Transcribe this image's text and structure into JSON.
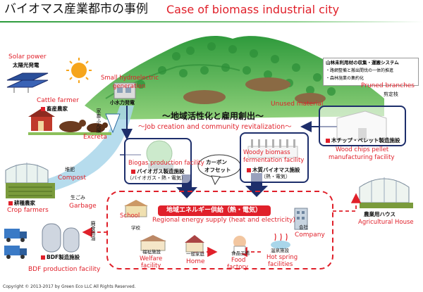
{
  "title": {
    "jp": "バイオマス産業都市の事例",
    "en": "Case of biomass industrial  city"
  },
  "labels": {
    "solar_en": "Solar power",
    "solar_jp": "太陽光発電",
    "hydro_en_1": "Small hydroelectric",
    "hydro_en_2": "generation",
    "hydro_jp": "小水力発電",
    "cattle_en": "Cattle farmer",
    "cattle_jp": "畜産農家",
    "manure_jp": "家畜ふん尿",
    "excreta_en": "Excreta",
    "forest_title": "山林未利用材の収集・運搬システム",
    "forest_line1": "・路網整備と搬出間伐の一体的推進",
    "forest_line2": "・森林施業の集約化",
    "pruned_en": "Pruned branches",
    "pruned_jp": "剪定枝",
    "unused_en": "Unused material",
    "revital_jp": "～地域活性化と雇用創出～",
    "revital_en": "～Job creation  and community revitalization～",
    "chip_jp": "木チップ・ペレット製造施設",
    "chip_en_1": "Wood chips pellet",
    "chip_en_2": "manufacturing facility",
    "biogas_en": "Biogas production facility",
    "biogas_jp": "バイオガス製造施設",
    "biogas_sub": "（バイオガス・熱・電気）",
    "woody_en_1": "Woody biomass",
    "woody_en_2": "fermentation facility",
    "woody_jp": "木質バイオマス施設",
    "woody_sub": "（熱・電気）",
    "carbon_1": "カーボン",
    "carbon_2": "オフセット",
    "compost_jp": "堆肥",
    "compost_en": "Compost",
    "crop_jp": "耕種農家",
    "crop_en": "Crop farmers",
    "garbage_jp": "生ごみ",
    "garbage_en": "Garbage",
    "waste_oil_jp": "廃食用油",
    "energy_jp": "地域エネルギー供給（熱・電気）",
    "energy_en": "Regional energy supply (heat and electricity)",
    "school_en": "School",
    "school_jp": "学校",
    "company_jp": "会社",
    "company_en": "Company",
    "welfare_jp": "福祉施設",
    "welfare_en_1": "Welfare",
    "welfare_en_2": "facility",
    "home_jp": "一般家庭",
    "home_en": "Home",
    "food_jp": "食品工場",
    "food_en_1": "Food",
    "food_en_2": "factory",
    "hotspring_jp": "温泉施設",
    "hotspring_en_1": "Hot spring",
    "hotspring_en_2": "facilities",
    "greenhouse_jp": "農業用ハウス",
    "greenhouse_en": "Agricultural House",
    "bdf_jp": "BDF製造施設",
    "bdf_en": "BDF production facility"
  },
  "copyright": "Copyright © 2013-2017 by Green Eco LLC All Rights Reserved.",
  "colors": {
    "red": "#e0202a",
    "navy": "#1d2e6b",
    "green": "#3aa84a",
    "water": "#a9d6ea"
  }
}
